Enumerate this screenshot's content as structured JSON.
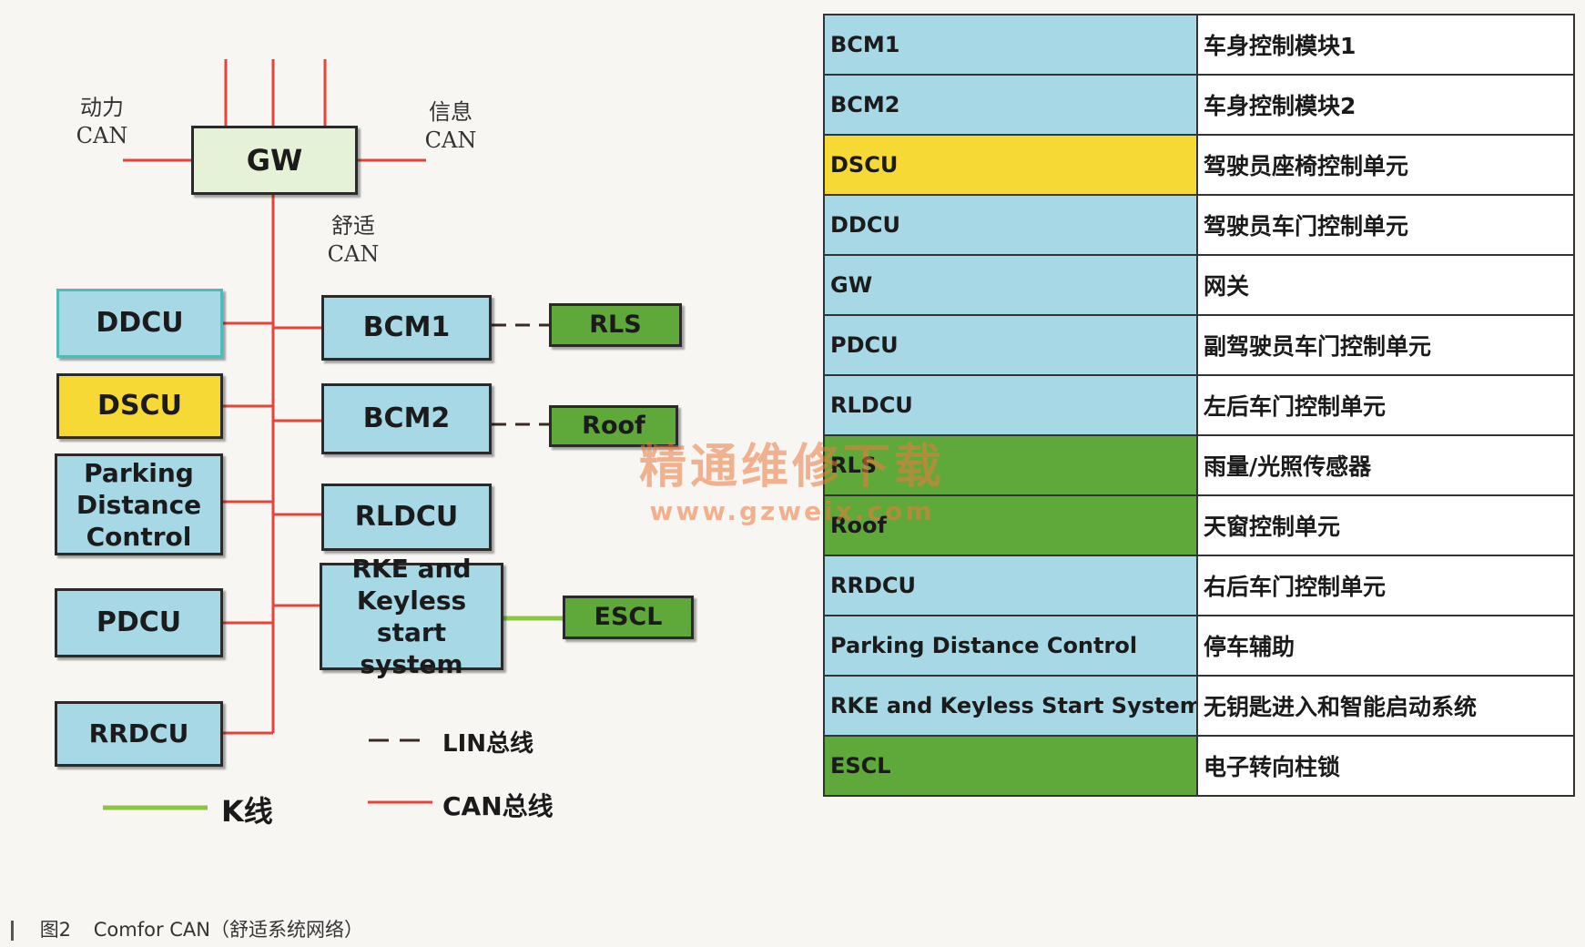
{
  "diagram": {
    "gateway": "GW",
    "network_labels": {
      "power": "动力\nCAN",
      "info": "信息\nCAN",
      "comfort": "舒适\nCAN"
    },
    "left_modules": [
      "DDCU",
      "DSCU",
      "Parking\nDistance\nControl",
      "PDCU",
      "RRDCU"
    ],
    "middle_modules": [
      "BCM1",
      "BCM2",
      "RLDCU",
      "RKE and\nKeyless\nstart system"
    ],
    "right_modules": [
      "RLS",
      "Roof",
      "ESCL"
    ],
    "legend": {
      "lin": "LIN总线",
      "k_line": "K线",
      "can": "CAN总线"
    },
    "colors": {
      "can": "#e8433a",
      "lin": "#3a2a22",
      "k_line": "#8cc63f",
      "ecu": "#a6d8e6",
      "ecu_border_ddcu": "#55b8b8",
      "dscu": "#f6d935",
      "lin_slave": "#5fa83a",
      "gateway": "#e6f2d8"
    }
  },
  "table": {
    "rows": [
      {
        "abbr": "BCM1",
        "desc": "车身控制模块1",
        "color": "#a6d8e6"
      },
      {
        "abbr": "BCM2",
        "desc": "车身控制模块2",
        "color": "#a6d8e6"
      },
      {
        "abbr": "DSCU",
        "desc": "驾驶员座椅控制单元",
        "color": "#f6d935"
      },
      {
        "abbr": "DDCU",
        "desc": "驾驶员车门控制单元",
        "color": "#a6d8e6"
      },
      {
        "abbr": "GW",
        "desc": "网关",
        "color": "#a6d8e6"
      },
      {
        "abbr": "PDCU",
        "desc": "副驾驶员车门控制单元",
        "color": "#a6d8e6"
      },
      {
        "abbr": "RLDCU",
        "desc": "左后车门控制单元",
        "color": "#a6d8e6"
      },
      {
        "abbr": "RLS",
        "desc": "雨量/光照传感器",
        "color": "#5fa83a"
      },
      {
        "abbr": "Roof",
        "desc": "天窗控制单元",
        "color": "#5fa83a"
      },
      {
        "abbr": "RRDCU",
        "desc": "右后车门控制单元",
        "color": "#a6d8e6"
      },
      {
        "abbr": "Parking Distance Control",
        "desc": "停车辅助",
        "color": "#a6d8e6"
      },
      {
        "abbr": "RKE and Keyless Start System",
        "desc": "无钥匙进入和智能启动系统",
        "color": "#a6d8e6"
      },
      {
        "abbr": "ESCL",
        "desc": "电子转向柱锁",
        "color": "#5fa83a"
      }
    ]
  },
  "watermark": {
    "title": "精通维修下载",
    "url": "www.gzweix.com"
  },
  "caption": {
    "figure": "图2",
    "text": "Comfor CAN（舒适系统网络）"
  }
}
